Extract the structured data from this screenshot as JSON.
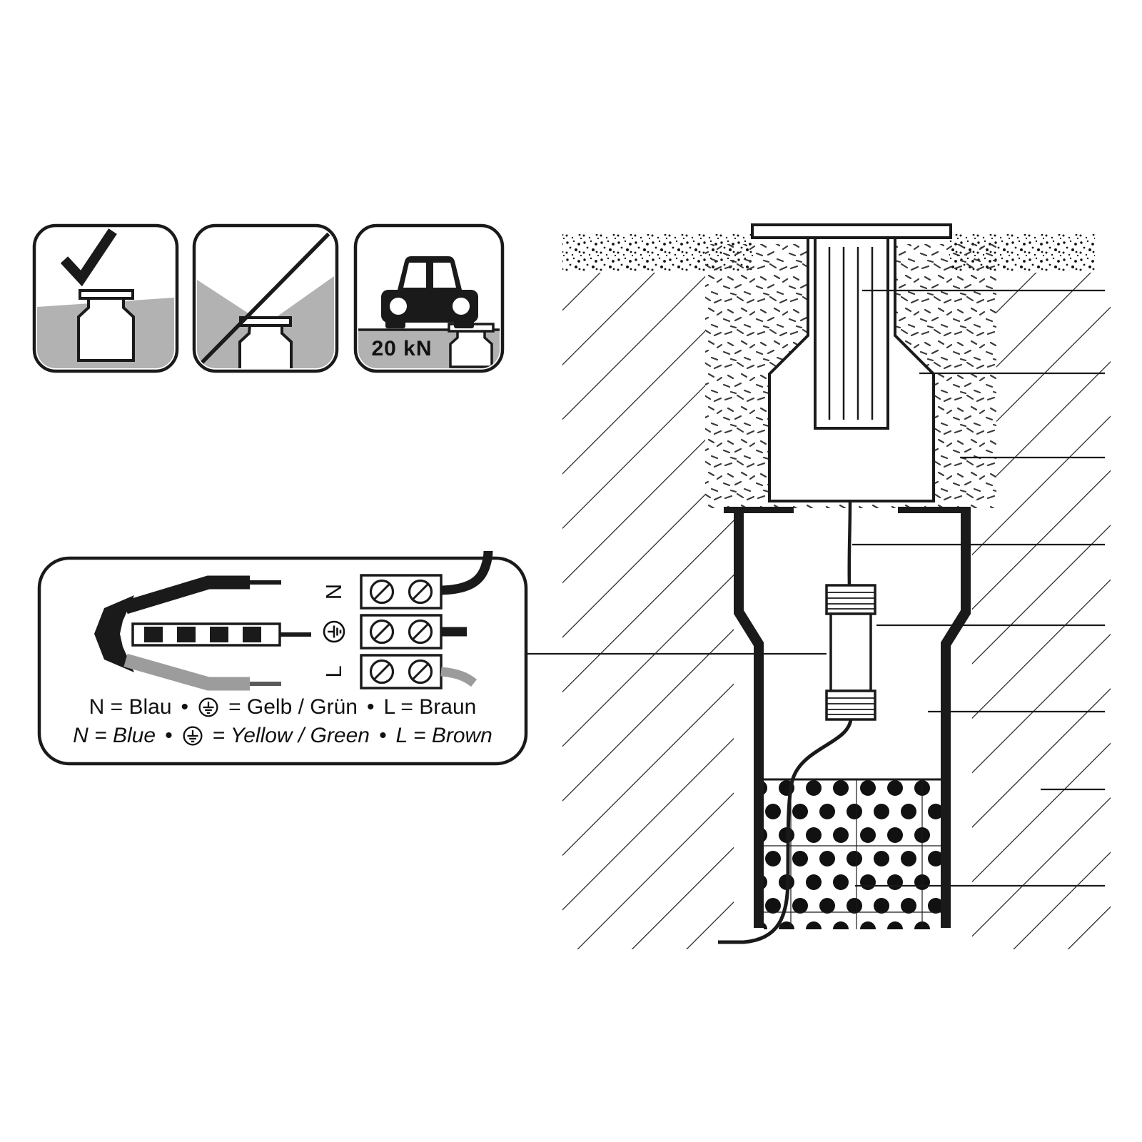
{
  "pictograms": {
    "correct": {
      "icon": "checkmark-icon"
    },
    "incorrect": {
      "icon": "prohibition-slash-icon"
    },
    "drive_over": {
      "icon": "car-icon",
      "load_label": "20 kN"
    }
  },
  "wiring": {
    "terminal_top": "N",
    "terminal_bottom": "L",
    "earth_icon": "earth-ground-icon",
    "caption_de": {
      "n": "N = Blau",
      "sep": "•",
      "earth_eq": "= Gelb / Grün",
      "l": "L = Braun"
    },
    "caption_en": {
      "n": "N = Blue",
      "sep": "•",
      "earth_eq": "= Yellow / Green",
      "l": "L = Brown"
    }
  },
  "colors": {
    "ink": "#1a1a1a",
    "ground_gray": "#b2b2b2"
  }
}
